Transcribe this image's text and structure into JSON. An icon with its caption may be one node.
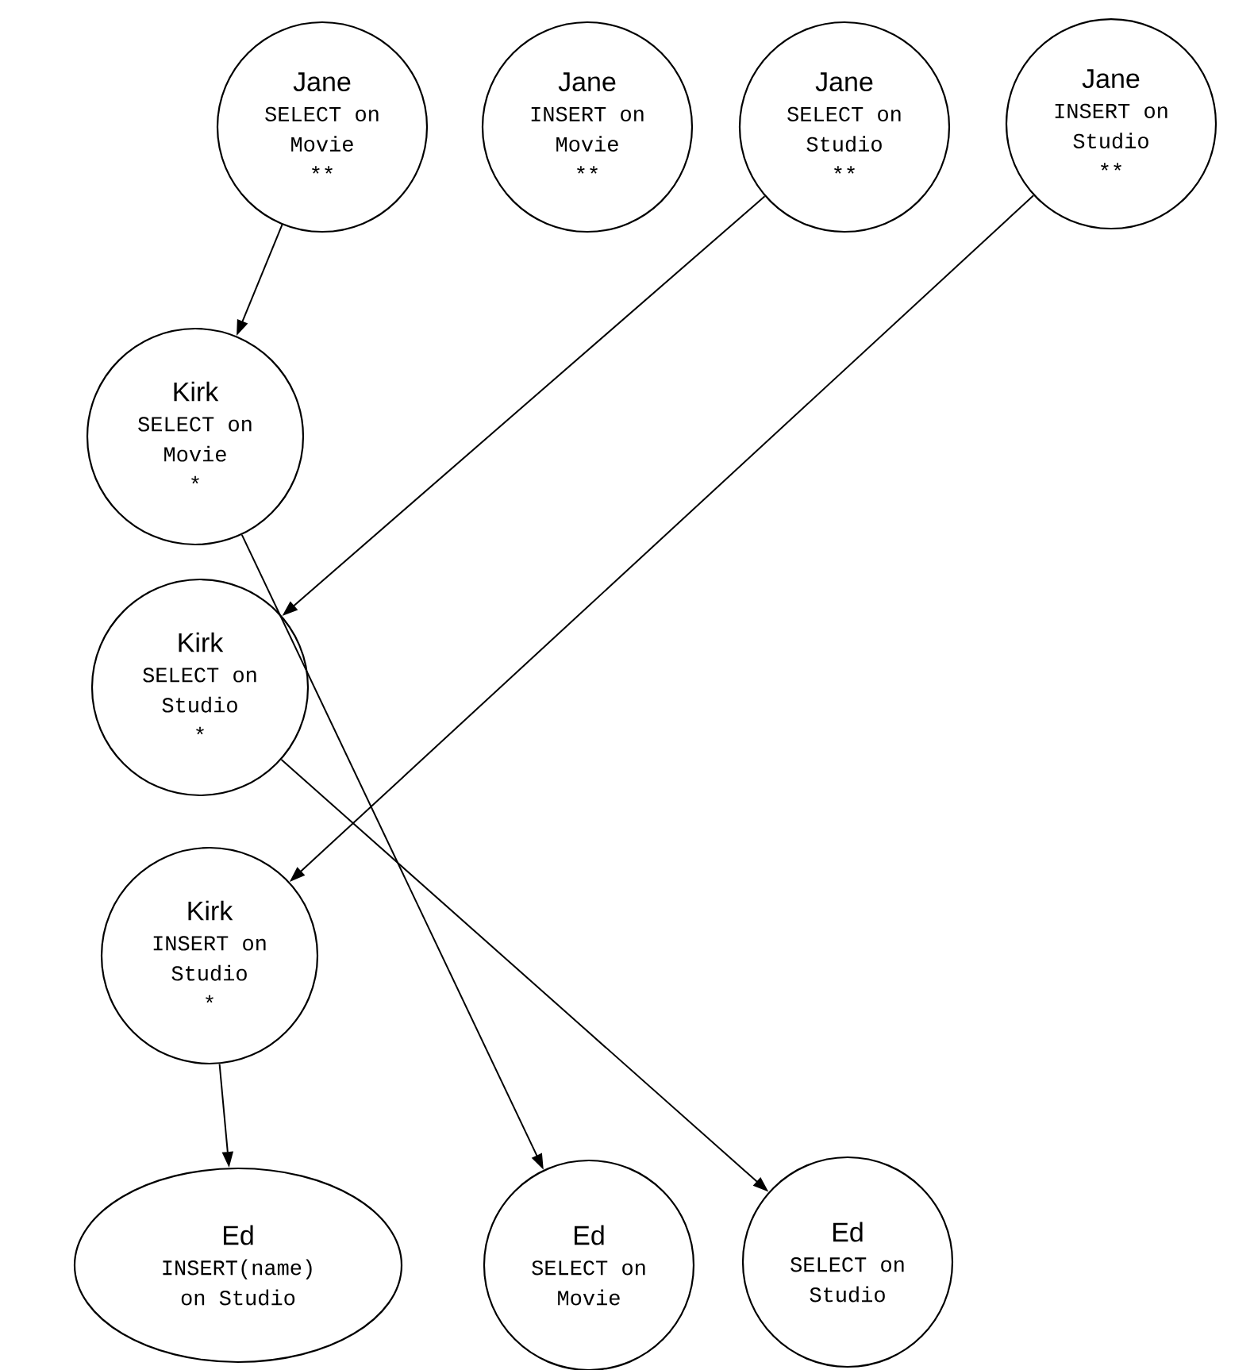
{
  "diagram": {
    "nodes": [
      {
        "text": [
          "Jane",
          "SELECT on Movie",
          "**"
        ]
      },
      {
        "text": [
          "Jane",
          "INSERT on Movie",
          "**"
        ]
      },
      {
        "text": [
          "Jane",
          "SELECT on Studio",
          "**"
        ]
      },
      {
        "text": [
          "Jane",
          "INSERT on Studio",
          "**"
        ]
      },
      {
        "text": [
          "Kirk",
          "SELECT on Movie",
          "*"
        ]
      },
      {
        "text": [
          "Kirk",
          "SELECT on Studio",
          "*"
        ]
      },
      {
        "text": [
          "Kirk",
          "INSERT on Studio",
          "*"
        ]
      },
      {
        "text": [
          "Ed",
          "INSERT(name) on Studio"
        ]
      },
      {
        "text": [
          "Ed",
          "SELECT on Movie"
        ]
      },
      {
        "text": [
          "Ed",
          "SELECT on Studio"
        ]
      }
    ],
    "edges": [
      {
        "from": 0,
        "to": 4,
        "arrow": "to"
      },
      {
        "from": 2,
        "to": 5,
        "arrow": "to"
      },
      {
        "from": 3,
        "to": 6,
        "arrow": "to"
      },
      {
        "from": 4,
        "to": 8,
        "arrow": "to"
      },
      {
        "from": 5,
        "to": 9,
        "arrow": "to"
      },
      {
        "from": 6,
        "to": 7,
        "arrow": "to"
      }
    ]
  }
}
